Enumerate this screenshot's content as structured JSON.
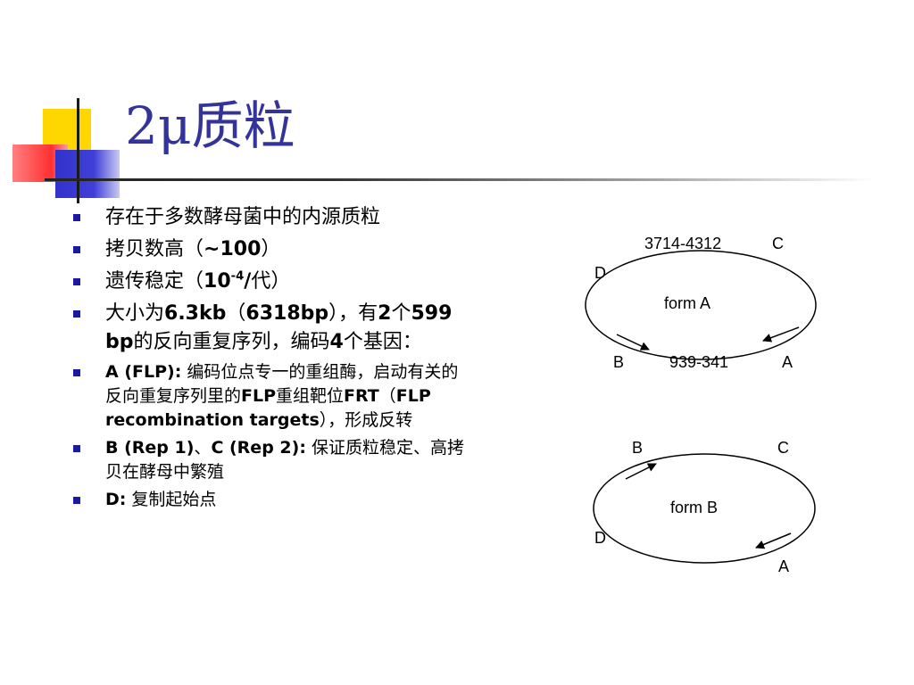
{
  "title": "2μ质粒",
  "bullets": [
    {
      "text": "存在于多数酵母菌中的内源质粒"
    },
    {
      "pre": "拷贝数高（",
      "bold": "~100",
      "post": "）"
    },
    {
      "pre": "遗传稳定（",
      "bold_base": "10",
      "bold_sup": "-4",
      "bold_after": "/",
      "post": "代）"
    },
    {
      "p1": "大小为",
      "b1": "6.3kb",
      "p2": "（",
      "b2": "6318bp",
      "p3": "），有",
      "b3": "2",
      "p4": "个",
      "b4": "599 bp",
      "p5": "的反向重复序列，编码",
      "b5": "4",
      "p6": "个基因："
    },
    {
      "b1": "A (FLP):",
      "p1": " 编码位点专一的重组酶，启动有关的反向重复序列里的",
      "b2": "FLP",
      "p2": "重组靶位",
      "b3": "FRT",
      "p3": "（",
      "b4": "FLP recombination targets",
      "p4": "），形成反转"
    },
    {
      "b1": "B (Rep 1)",
      "p1": "、",
      "b2": "C (Rep 2):",
      "p2": " 保证质粒稳定、高拷贝在酵母中繁殖"
    },
    {
      "b1": "D:",
      "p1": " 复制起始点"
    }
  ],
  "form_a": {
    "name": "form A",
    "top_range": "3714-4312",
    "bottom_range": "939-341",
    "label_c": "C",
    "label_d": "D",
    "label_b": "B",
    "label_a": "A"
  },
  "form_b": {
    "name": "form B",
    "label_b": "B",
    "label_c": "C",
    "label_d": "D",
    "label_a": "A"
  },
  "colors": {
    "title": "#33339a",
    "bullet": "#1a1aa0",
    "deco_yellow": "#ffd700",
    "deco_red": "#ff3030",
    "deco_blue": "#3333cc"
  }
}
